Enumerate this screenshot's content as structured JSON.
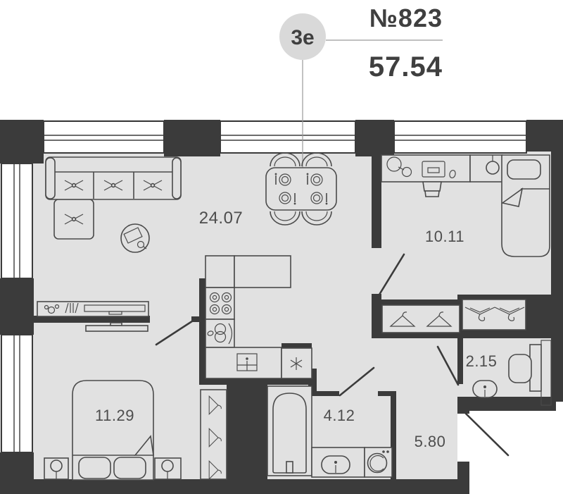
{
  "header": {
    "apartment_number": "№823",
    "plan_type": "3е",
    "total_area": "57.54"
  },
  "rooms": {
    "living_kitchen": {
      "area": "24.07"
    },
    "bedroom_top": {
      "area": "10.11"
    },
    "bedroom_left": {
      "area": "11.29"
    },
    "bathroom": {
      "area": "4.12"
    },
    "hallway": {
      "area": "5.80"
    },
    "wc": {
      "area": "2.15"
    }
  },
  "colors": {
    "wall": "#3b3b3b",
    "floor": "#e1e1e1",
    "outline": "#4a4a4a",
    "label_text": "#4d4d4d",
    "header_text": "#3f3f3f",
    "badge_fill": "#d9d9d9",
    "leader": "#9a9a9a"
  }
}
